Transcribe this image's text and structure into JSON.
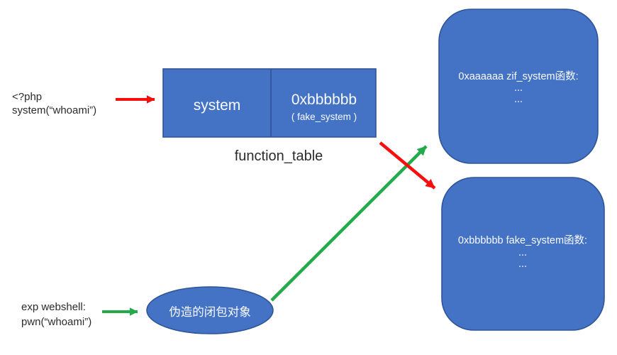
{
  "colors": {
    "shape_fill": "#4472C4",
    "shape_border": "#2F5597",
    "arrow_red": "#F70E0E",
    "arrow_green": "#22AA4B",
    "shape_text": "#FAFCFF",
    "label_text": "#2B2B2B"
  },
  "php_snippet": {
    "line1": "<?php",
    "line2": "system(“whoami”)"
  },
  "function_table": {
    "label": "function_table",
    "left_cell": "system",
    "right_cell_value": "0xbbbbbb",
    "right_cell_note": "( fake_system )"
  },
  "zif_system_box": {
    "title": "0xaaaaaa zif_system函数:",
    "dots": [
      "...",
      "..."
    ]
  },
  "fake_system_box": {
    "title": "0xbbbbbb fake_system函数:",
    "dots": [
      "...",
      "..."
    ]
  },
  "closure_ellipse": {
    "label": "伪造的闭包对象"
  },
  "exp_snippet": {
    "line1": "exp webshell:",
    "line2": "pwn(“whoami”)"
  }
}
